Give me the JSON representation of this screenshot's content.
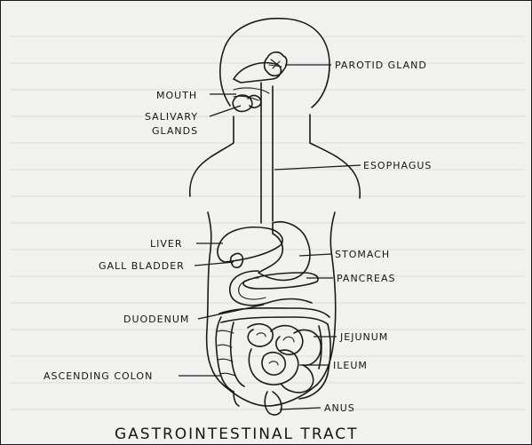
{
  "labels": {
    "parotid_gland": "PAROTID GLAND",
    "mouth": "MOUTH",
    "salivary_line1": "SALIVARY",
    "salivary_line2": "GLANDS",
    "esophagus": "ESOPHAGUS",
    "liver": "LIVER",
    "stomach": "STOMACH",
    "gall_bladder": "GALL BLADDER",
    "pancreas": "PANCREAS",
    "duodenum": "DUODENUM",
    "jejunum": "JEJUNUM",
    "ileum": "ILEUM",
    "ascending_colon": "ASCENDING COLON",
    "anus": "ANUS"
  },
  "caption": "GASTROINTESTINAL TRACT"
}
